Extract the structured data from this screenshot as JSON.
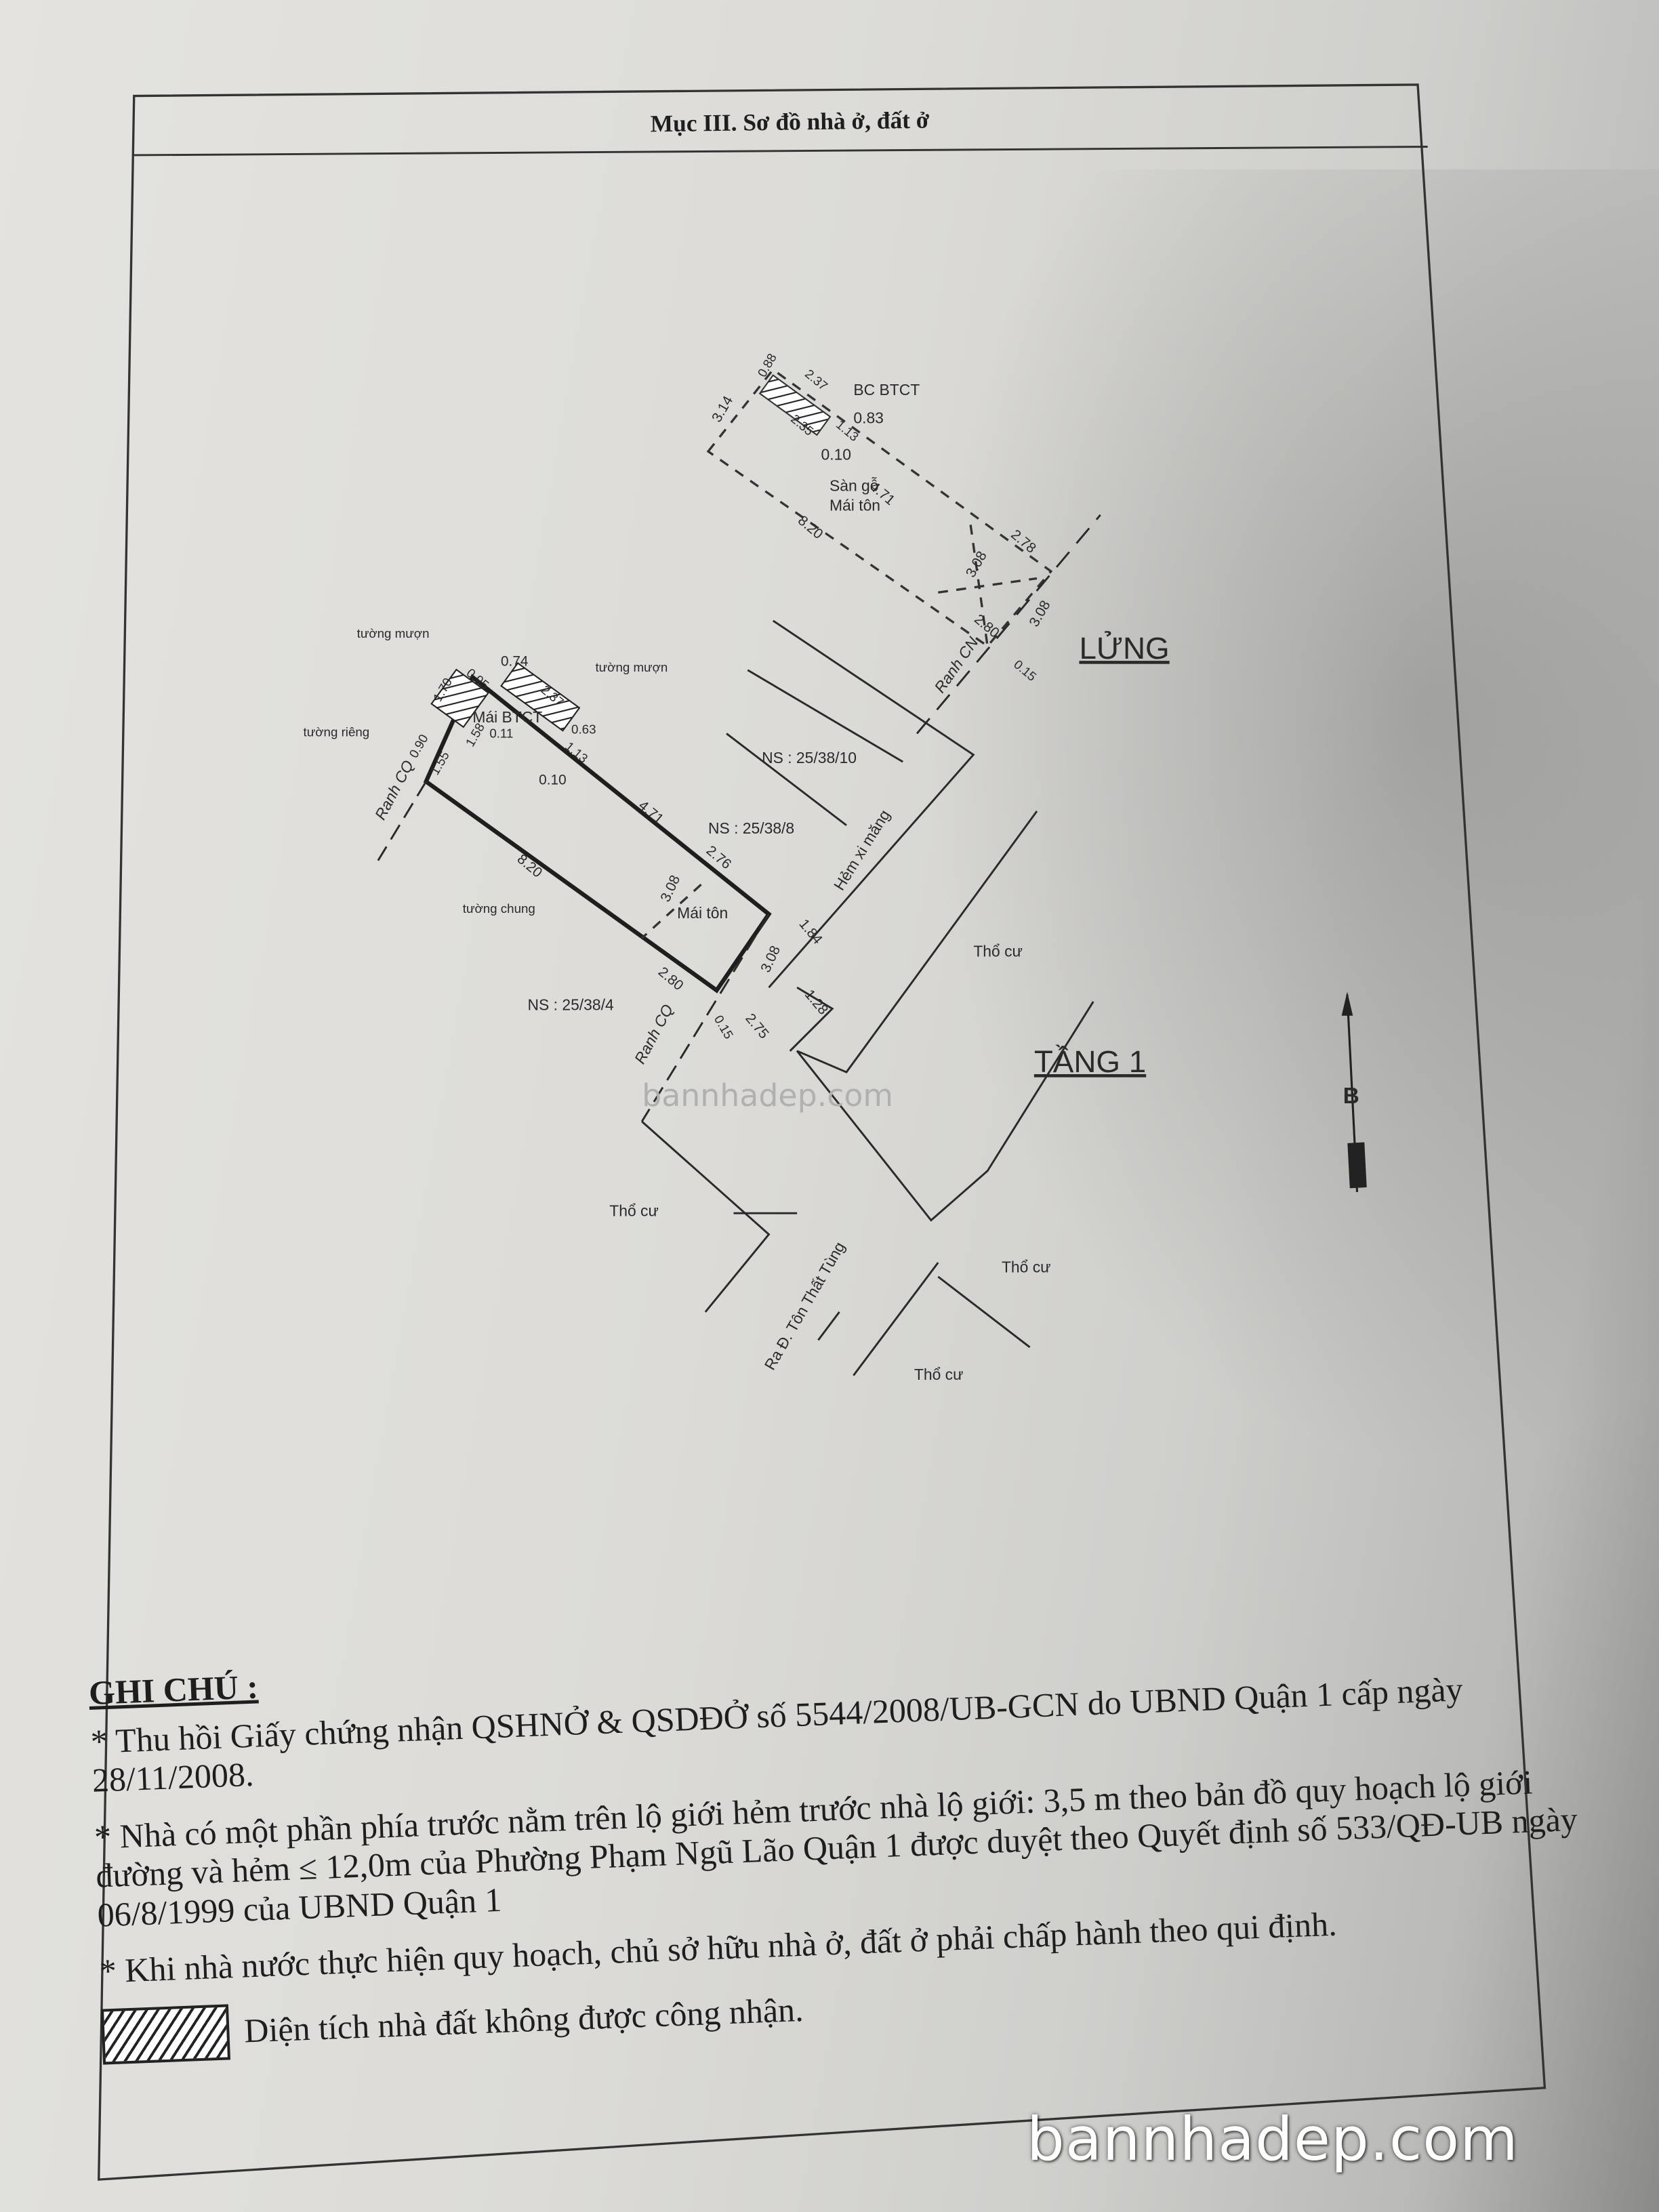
{
  "title": "Mục III. Sơ đồ nhà ở, đất ở",
  "diagram": {
    "floor_mezzanine": "LỬNG",
    "floor_ground": "TẦNG 1",
    "north": "B",
    "mezz": {
      "bc_btct": "BC BTCT",
      "d083": "0.83",
      "d113": "1.13",
      "d010": "0.10",
      "d471": "4.71",
      "d278": "2.78",
      "d308a": "3.08",
      "d308b": "3.08",
      "d280": "2.80",
      "d820": "8.20",
      "d314": "3.14",
      "d088": "0.88",
      "d237": "2.37",
      "d235": "2.35",
      "d015": "0.15",
      "floor": "Sàn gỗ",
      "roof": "Mái tôn",
      "ranh": "Ranh CN"
    },
    "ground": {
      "tuong_muon_1": "tường mượn",
      "tuong_muon_2": "tường mượn",
      "tuong_rieng": "tường riêng",
      "tuong_chung": "tường chung",
      "d074": "0.74",
      "d170": "1.70",
      "d095": "0.95",
      "d237": "2.37",
      "d063": "0.63",
      "d011": "0.11",
      "d158": "1.58",
      "d090": "0.90",
      "d155": "1.55",
      "d113": "1.13",
      "d010": "0.10",
      "d471": "4.71",
      "d276": "2.76",
      "d820": "8.20",
      "d308a": "3.08",
      "d308b": "3.08",
      "d280": "2.80",
      "d184": "1.84",
      "d128": "1.28",
      "d275": "2.75",
      "d015": "0.15",
      "roof_btct": "Mái BTCT",
      "roof_ton": "Mái tôn",
      "ranh1": "Ranh CQ",
      "ranh2": "Ranh CQ",
      "ns10": "NS : 25/38/10",
      "ns8": "NS : 25/38/8",
      "ns4": "NS : 25/38/4",
      "alley": "Hẻm xi măng",
      "street": "Ra Đ. Tôn Thất Tùng",
      "tho_cu_1": "Thổ cư",
      "tho_cu_2": "Thổ cư",
      "tho_cu_3": "Thổ cư",
      "tho_cu_4": "Thổ cư"
    },
    "watermark": "bannhadep.com"
  },
  "notes": {
    "heading": "GHI CHÚ :",
    "items": [
      "* Thu hồi Giấy chứng nhận QSHNỞ & QSDĐỞ số 5544/2008/UB-GCN do UBND Quận 1 cấp ngày 28/11/2008.",
      "* Nhà có một phần phía trước nằm trên lộ giới hẻm trước nhà lộ giới: 3,5 m theo bản đồ quy hoạch lộ giới đường và hẻm ≤ 12,0m của Phường Phạm Ngũ Lão Quận 1 được duyệt theo Quyết định số 533/QĐ-UB ngày 06/8/1999 của UBND Quận 1",
      "* Khi nhà nước thực hiện quy hoạch, chủ sở hữu nhà ở, đất ở phải chấp hành theo qui định."
    ],
    "legend": "Diện tích nhà đất không được công nhận."
  },
  "watermark_corner": "bannhadep.com"
}
